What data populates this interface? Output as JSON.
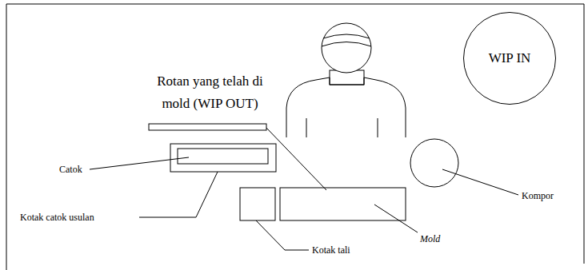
{
  "diagram": {
    "nodes": [
      {
        "text": [
          "WIP IN"
        ]
      }
    ],
    "labels": [
      "Rotan yang telah di mold (WIP OUT)",
      "Catok",
      "Kotak catok usulan",
      "Kotak tali",
      "Mold",
      "Kompor"
    ]
  }
}
